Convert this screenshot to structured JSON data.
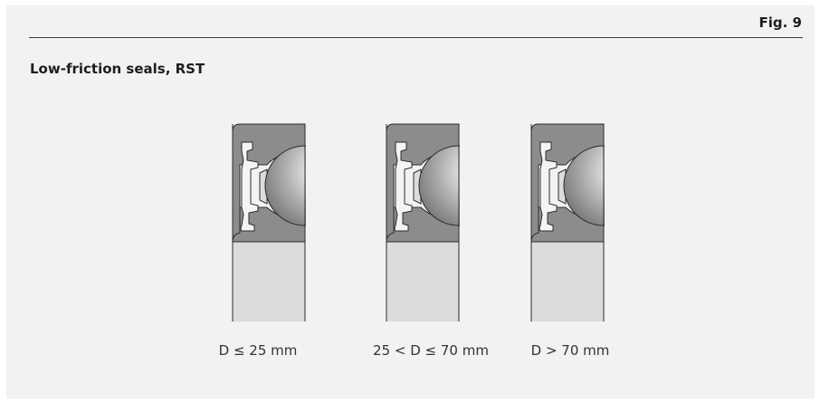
{
  "figure": {
    "number_label": "Fig. 9",
    "title": "Low-friction seals, RST"
  },
  "variants": [
    {
      "caption": "D ≤ 25 mm"
    },
    {
      "caption": "25 < D ≤ 70 mm"
    },
    {
      "caption": "D > 70 mm"
    }
  ],
  "colors": {
    "panel_background": "#f2f2f2",
    "ring_fill": "#8c8c8c",
    "bore_fill": "#dcdcdc",
    "seal_fill": "#f4f4f4",
    "outline": "#2b2b2b"
  }
}
